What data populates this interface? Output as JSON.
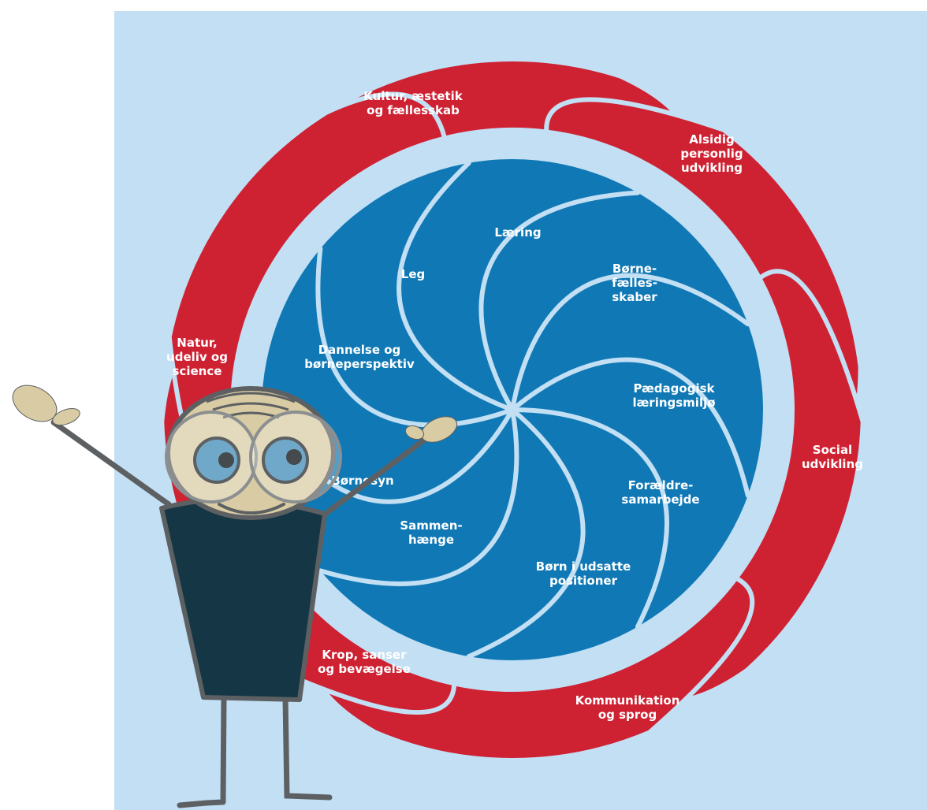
{
  "colors": {
    "background": "#c2dff4",
    "outer_petal": "#ce2233",
    "inner_petal": "#1079b5",
    "separator": "#c2dff4",
    "figure_shirt": "#153645",
    "figure_skin": "#d9cca4",
    "figure_outline": "#5d6062",
    "lens": "#6fa8c8"
  },
  "outer_ring": {
    "labels": [
      [
        "Kultur, æstetik",
        "og fællesskab"
      ],
      [
        "Alsidig",
        "personlig",
        "udvikling"
      ],
      [
        "Social",
        "udvikling"
      ],
      [
        "Kommunikation",
        "og sprog"
      ],
      [
        "Krop, sanser",
        "og bevægelse"
      ],
      [
        "Natur,",
        "udeliv og",
        "science"
      ]
    ]
  },
  "inner_ring": {
    "labels": [
      [
        "Læring"
      ],
      [
        "Børne-",
        "fælles-",
        "skaber"
      ],
      [
        "Pædagogisk",
        "læringsmiljø"
      ],
      [
        "Forældre-",
        "samarbejde"
      ],
      [
        "Børn i udsatte",
        "positioner"
      ],
      [
        "Sammen-",
        "hænge"
      ],
      [
        "Børnesyn"
      ],
      [
        "Dannelse og",
        "børneperspektiv"
      ],
      [
        "Leg"
      ]
    ]
  },
  "figure": {
    "icons": [
      "stick-figure-character",
      "glasses-icon"
    ]
  }
}
